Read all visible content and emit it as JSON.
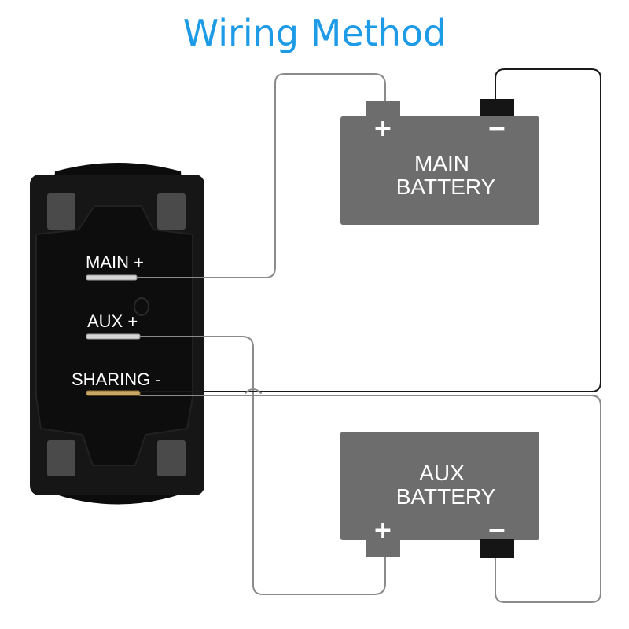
{
  "title": "Wiring Method",
  "switch": {
    "terminals": [
      {
        "label": "MAIN +"
      },
      {
        "label": "AUX +"
      },
      {
        "label": "SHARING -"
      }
    ]
  },
  "main_battery": {
    "line1": "MAIN",
    "line2": "BATTERY",
    "positive": "+",
    "negative": "−"
  },
  "aux_battery": {
    "line1": "AUX",
    "line2": "BATTERY",
    "positive": "+",
    "negative": "−"
  },
  "colors": {
    "title": "#1e9be6",
    "battery": "#6d6d6d",
    "switch_body": "#161616",
    "wire_dark": "#1a1a1a",
    "wire_light": "#8a8a8a"
  }
}
